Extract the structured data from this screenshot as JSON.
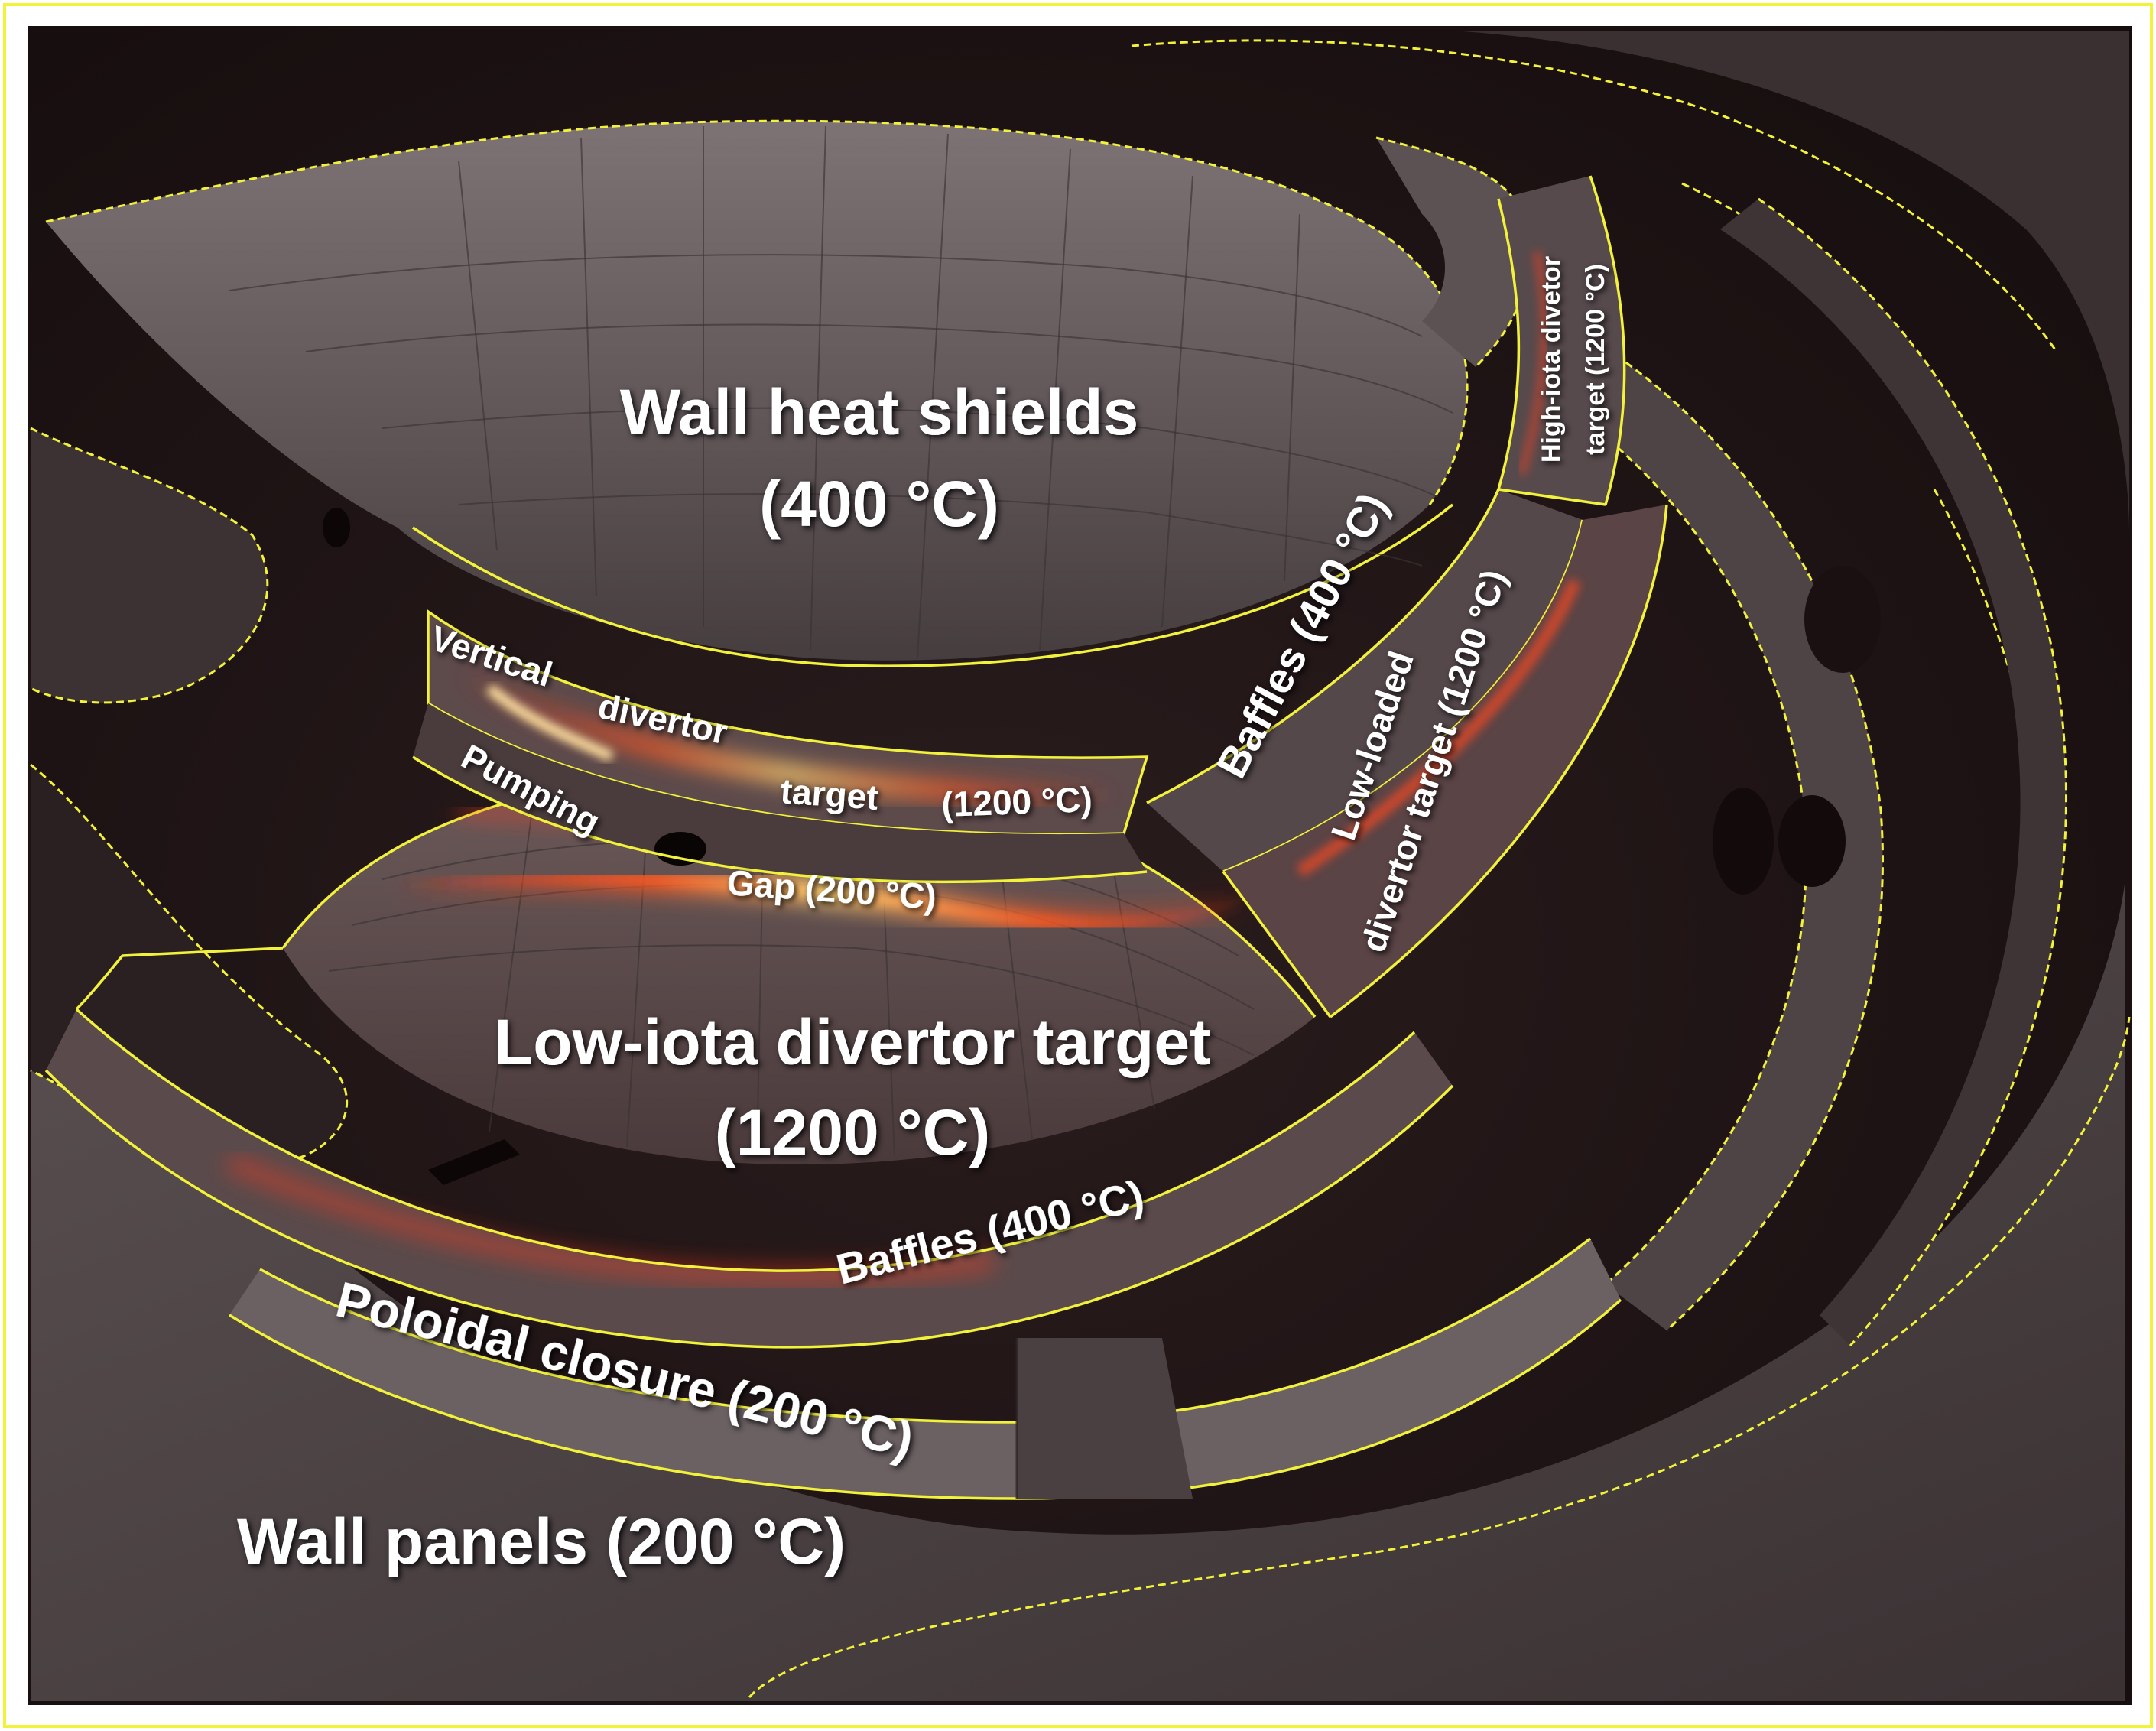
{
  "image": {
    "description_colors": {
      "background": "#1e1415",
      "surface": "#6a5f61",
      "outline": "#f2f23a",
      "hot_glow": "#ff3a1a",
      "label": "#ffffff"
    }
  },
  "labels": {
    "wall_heat_shields": "Wall heat shields",
    "wall_heat_shields_temp": "(400 °C)",
    "high_iota_line1": "High-iota divetor",
    "high_iota_line2": "target (1200 °C)",
    "baffles_upper": "Baffles (400 °C)",
    "low_loaded_line1": "Low-loaded",
    "low_loaded_line2": "divertor target (1200 °C)",
    "vertical_word1": "Vertical",
    "vertical_word2": "divertor",
    "vertical_word3": "target",
    "vertical_temp": "(1200 °C)",
    "pumping": "Pumping",
    "gap": "Gap (200 °C)",
    "low_iota": "Low-iota divertor target",
    "low_iota_temp": "(1200 °C)",
    "baffles_lower": "Baffles (400 °C)",
    "poloidal_closure": "Poloidal closure (200 °C)",
    "wall_panels": "Wall panels (200 °C)"
  }
}
